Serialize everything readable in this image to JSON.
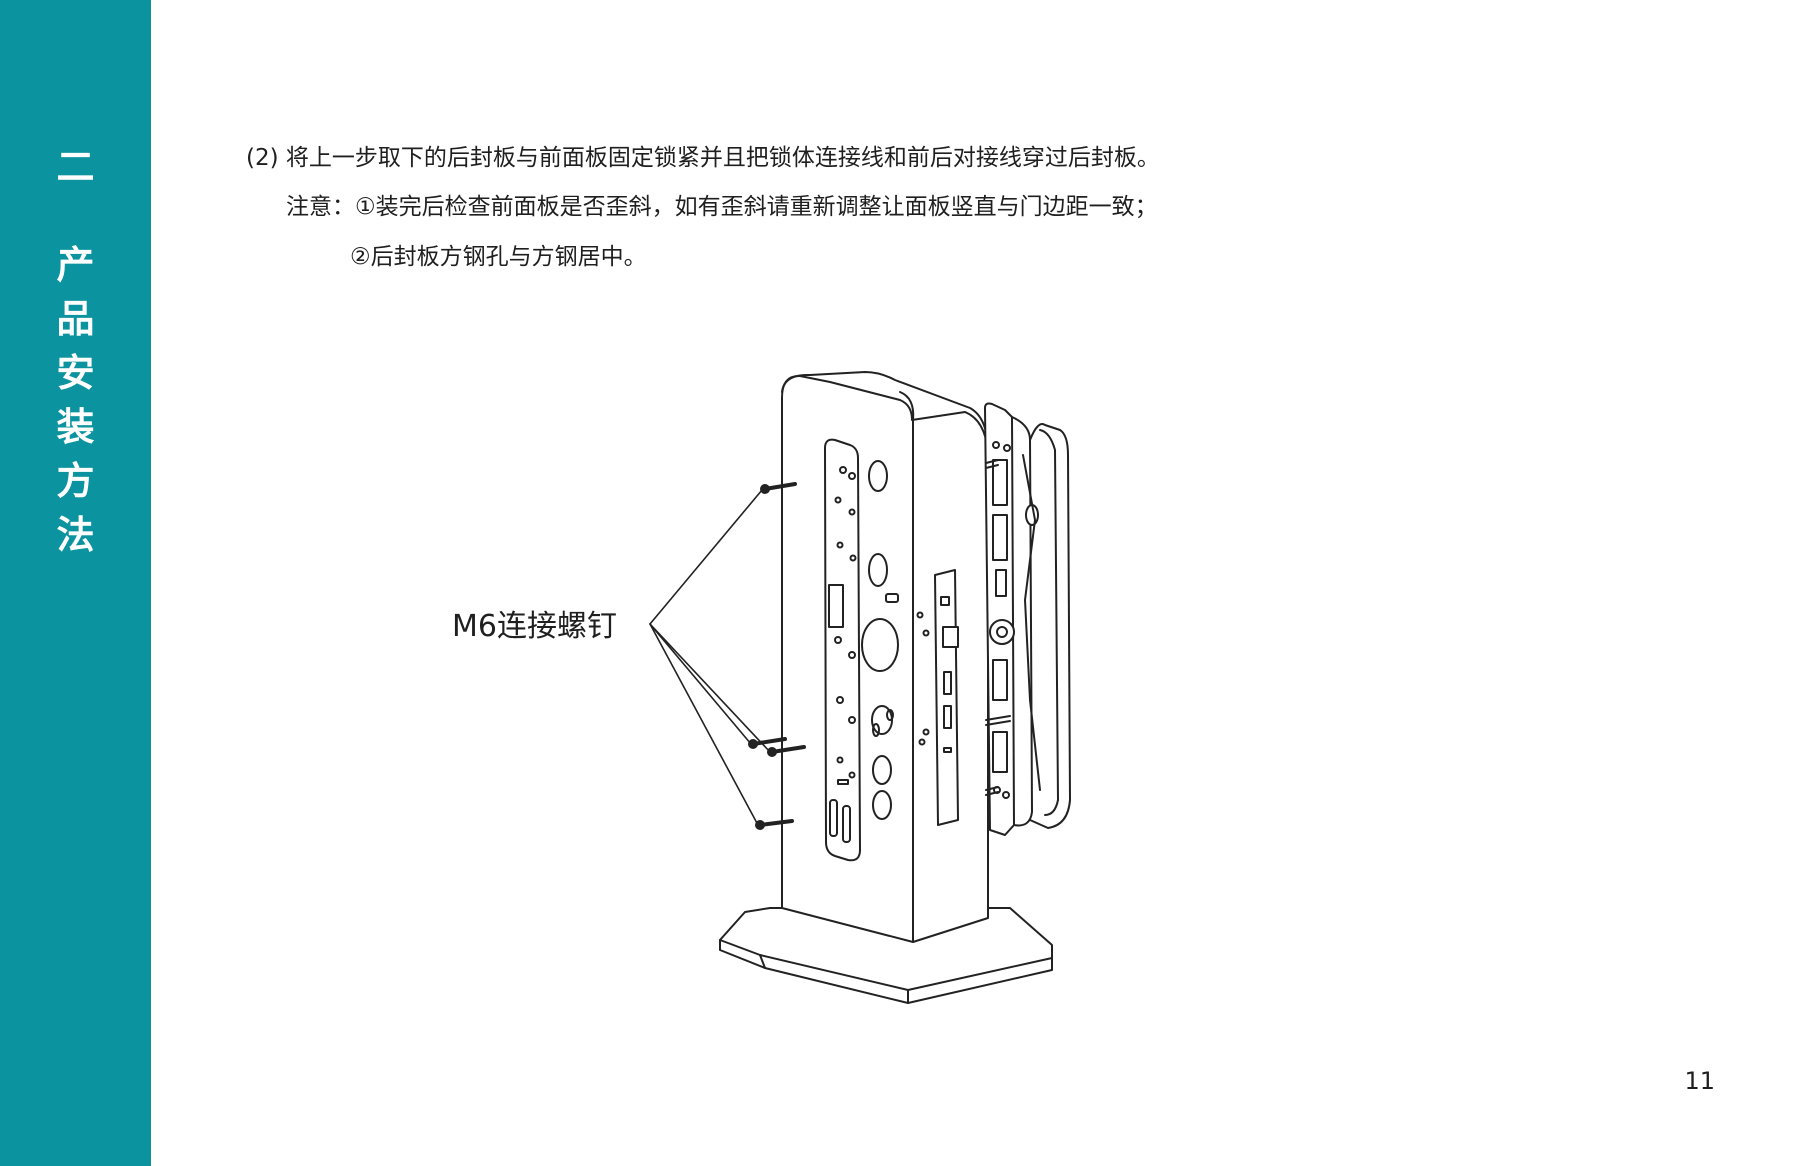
{
  "sidebar": {
    "chapter_number": "二",
    "chapter_title_chars": [
      "产",
      "品",
      "安",
      "装",
      "方",
      "法"
    ]
  },
  "instructions": {
    "step": "(2) 将上一步取下的后封板与前面板固定锁紧并且把锁体连接线和前后对接线穿过后封板。",
    "note_line_1": "注意：①装完后检查前面板是否歪斜，如有歪斜请重新调整让面板竖直与门边距一致；",
    "note_line_2": "②后封板方钢孔与方钢居中。"
  },
  "figure": {
    "callout_label": "M6连接螺钉"
  },
  "page_number": "11",
  "colors": {
    "sidebar": "#0c93a0",
    "text": "#1f1f1f"
  }
}
